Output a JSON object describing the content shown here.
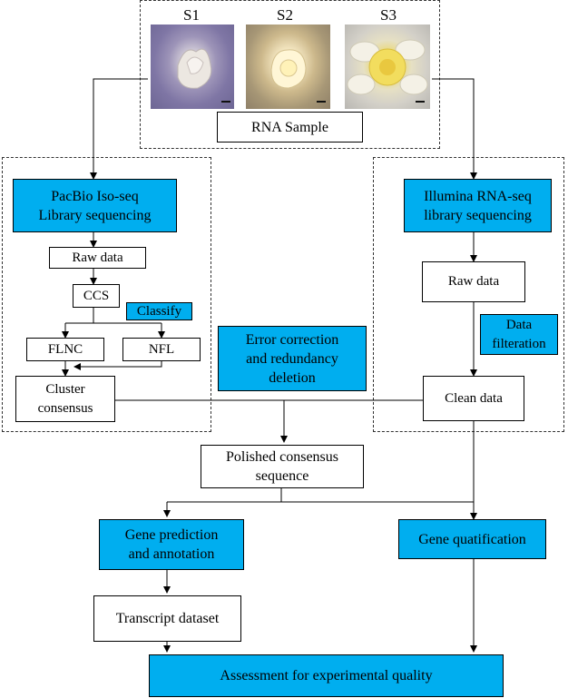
{
  "samples": {
    "s1": "S1",
    "s2": "S2",
    "s3": "S3",
    "caption": "RNA Sample"
  },
  "pacbio": {
    "title": "PacBio Iso-seq\nLibrary sequencing",
    "raw": "Raw data",
    "ccs": "CCS",
    "classify": "Classify",
    "flnc": "FLNC",
    "nfl": "NFL",
    "cluster": "Cluster\nconsensus"
  },
  "illumina": {
    "title": "Illumina RNA-seq\nlibrary sequencing",
    "raw": "Raw data",
    "filter": "Data\nfilteration",
    "clean": "Clean data"
  },
  "middle": {
    "error": "Error correction\nand redundancy\ndeletion",
    "polished": "Polished consensus\nsequence"
  },
  "bottom": {
    "prediction": "Gene prediction\nand annotation",
    "quant": "Gene quatification",
    "transcript": "Transcript dataset",
    "assessment": "Assessment for experimental quality"
  },
  "colors": {
    "accent": "#00aeef"
  }
}
